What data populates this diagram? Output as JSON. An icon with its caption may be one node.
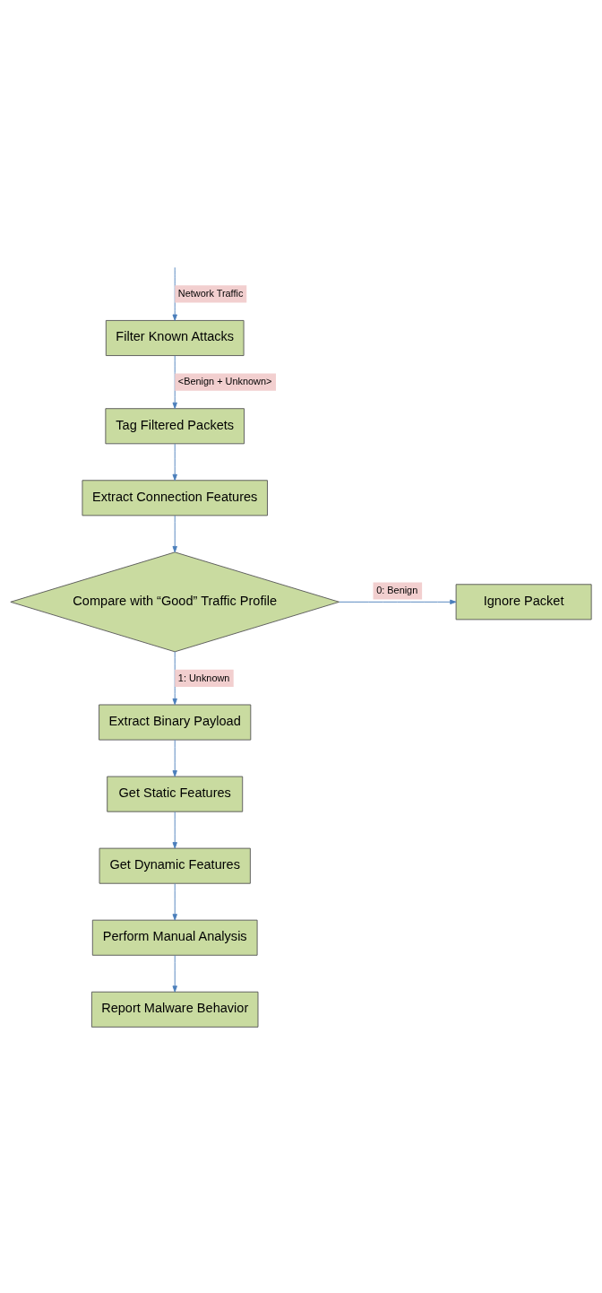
{
  "diagram": {
    "nodes": [
      {
        "text": [
          "Filter Known Attacks"
        ]
      },
      {
        "text": [
          "Tag Filtered Packets"
        ]
      },
      {
        "text": [
          "Extract Connection Features"
        ]
      },
      {
        "text": [
          "Compare with “Good” Traffic Profile"
        ]
      },
      {
        "text": [
          "Ignore Packet"
        ]
      },
      {
        "text": [
          "Extract Binary Payload"
        ]
      },
      {
        "text": [
          "Get Static Features"
        ]
      },
      {
        "text": [
          "Get Dynamic Features"
        ]
      },
      {
        "text": [
          "Perform Manual Analysis"
        ]
      },
      {
        "text": [
          "Report Malware Behavior"
        ]
      }
    ],
    "edges": [
      {
        "from": null,
        "to": 0,
        "arrow": "to",
        "label": "Network Traffic"
      },
      {
        "from": 0,
        "to": 1,
        "arrow": "to",
        "label": "<Benign + Unknown>"
      },
      {
        "from": 1,
        "to": 2,
        "arrow": "to"
      },
      {
        "from": 2,
        "to": 3,
        "arrow": "to"
      },
      {
        "from": 3,
        "to": 4,
        "arrow": "to",
        "label": "0: Benign"
      },
      {
        "from": 3,
        "to": 5,
        "arrow": "to",
        "label": "1: Unknown"
      },
      {
        "from": 5,
        "to": 6,
        "arrow": "to"
      },
      {
        "from": 6,
        "to": 7,
        "arrow": "to"
      },
      {
        "from": 7,
        "to": 8,
        "arrow": "to"
      },
      {
        "from": 8,
        "to": 9,
        "arrow": "to"
      }
    ]
  }
}
